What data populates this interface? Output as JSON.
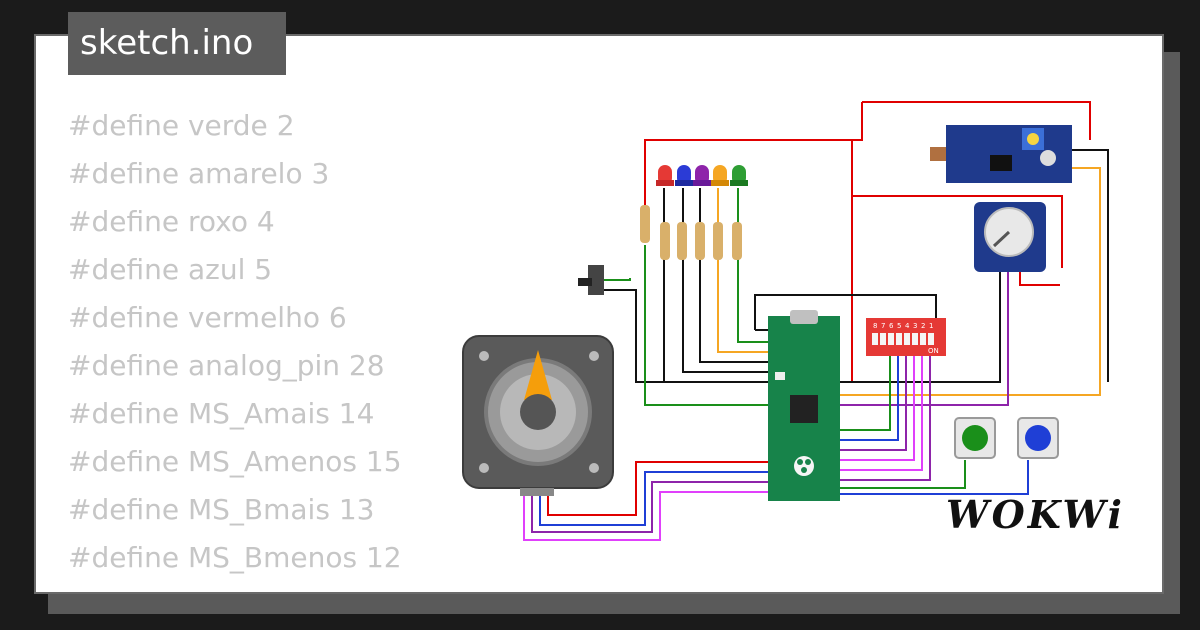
{
  "file_tab": {
    "label": "sketch.ino"
  },
  "code_lines": [
    "#define verde 2",
    "#define amarelo 3",
    "#define roxo 4",
    "#define azul 5",
    "#define vermelho 6",
    "#define analog_pin 28",
    "#define MS_Amais 14",
    "#define MS_Amenos 15",
    "#define MS_Bmais 13",
    "#define MS_Bmenos 12"
  ],
  "dip_switch": {
    "numbers": [
      "8",
      "7",
      "6",
      "5",
      "4",
      "3",
      "2",
      "1"
    ],
    "on_label": "ON"
  },
  "brand": {
    "logo": "WOKWi"
  },
  "colors": {
    "background": "#1b1b1b",
    "card": "#ffffff",
    "tab": "#5c5c5c",
    "code_text": "#c6c6c6",
    "wire_red": "#e00000",
    "wire_green": "#1a8f1a",
    "wire_black": "#111111",
    "wire_purple": "#8e24aa",
    "wire_blue": "#1f3fd6",
    "wire_orange": "#f5a623",
    "wire_magenta": "#e040fb",
    "pico_green": "#17834a",
    "dip_red": "#e53935",
    "sensor_blue": "#1f3a8c"
  },
  "icons": [
    "raspberry-pi-logo",
    "stepper-motor",
    "potentiometer-knob",
    "push-button-green",
    "push-button-blue",
    "led",
    "resistor",
    "slide-switch",
    "light-sensor-module"
  ]
}
